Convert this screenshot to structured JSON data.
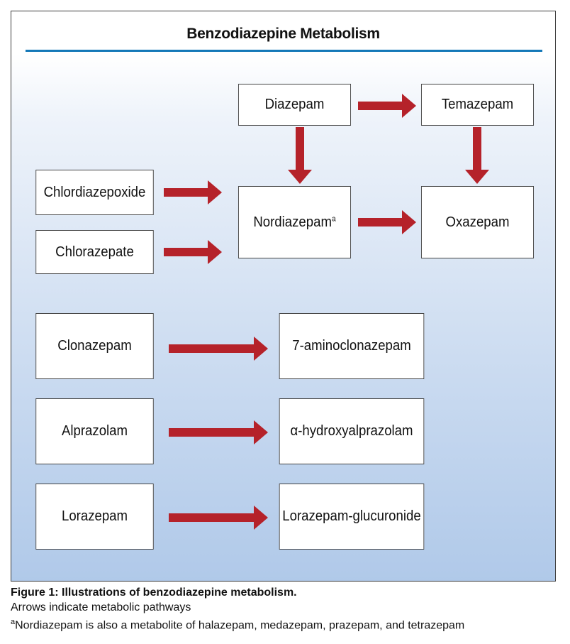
{
  "title": "Benzodiazepine Metabolism",
  "nodes": {
    "diazepam": "Diazepam",
    "temazepam": "Temazepam",
    "chlordiazepoxide": "Chlordiazepoxide",
    "chlorazepate": "Chlorazepate",
    "nordiazepam": "Nordiazepam",
    "nordiazepam_sup": "a",
    "oxazepam": "Oxazepam",
    "clonazepam": "Clonazepam",
    "aminoclonazepam": "7-aminoclonazepam",
    "alprazolam": "Alprazolam",
    "hydroxyalprazolam": "α-hydroxyalprazolam",
    "lorazepam": "Lorazepam",
    "lorazepam_glucuronide": "Lorazepam-glucuronide"
  },
  "edges": [
    [
      "Diazepam",
      "Temazepam"
    ],
    [
      "Diazepam",
      "Nordiazepam"
    ],
    [
      "Temazepam",
      "Oxazepam"
    ],
    [
      "Chlordiazepoxide",
      "Nordiazepam"
    ],
    [
      "Chlorazepate",
      "Nordiazepam"
    ],
    [
      "Nordiazepam",
      "Oxazepam"
    ],
    [
      "Clonazepam",
      "7-aminoclonazepam"
    ],
    [
      "Alprazolam",
      "α-hydroxyalprazolam"
    ],
    [
      "Lorazepam",
      "Lorazepam-glucuronide"
    ]
  ],
  "colors": {
    "arrow": "#b5222a",
    "rule": "#1478b8"
  },
  "caption": {
    "title": "Figure 1: Illustrations of benzodiazepine metabolism.",
    "line1": "Arrows indicate metabolic pathways",
    "footnote_mark": "a",
    "footnote": "Nordiazepam is also a metabolite of halazepam, medazepam, prazepam, and tetrazepam"
  }
}
